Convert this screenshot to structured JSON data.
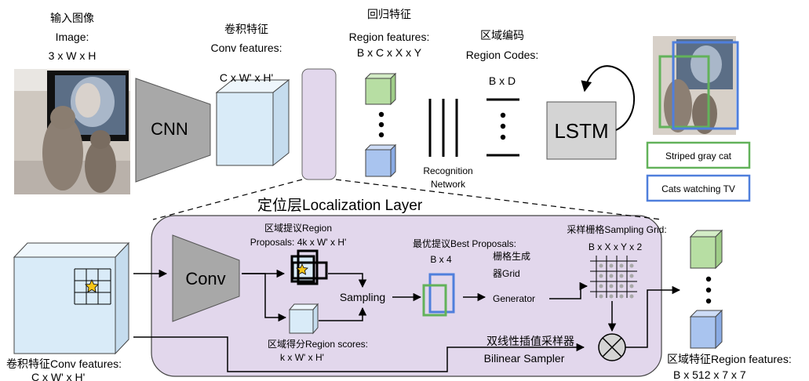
{
  "input": {
    "cn": "输入图像",
    "en": "Image:",
    "dims": "3 x W x H"
  },
  "cnn": {
    "label": "CNN"
  },
  "conv_features": {
    "cn": "卷积特征",
    "en": "Conv features:",
    "dims": "C x W' x H'"
  },
  "region_features_top": {
    "cn": "回归特征",
    "en": "Region features:",
    "dims": "B x C x X x Y"
  },
  "region_codes": {
    "cn": "区域编码",
    "en": "Region Codes:",
    "dims": "B x D"
  },
  "recognition": {
    "line1": "Recognition",
    "line2": "Network"
  },
  "lstm": {
    "label": "LSTM"
  },
  "captions": {
    "green": "Striped gray cat",
    "blue": "Cats watching TV"
  },
  "localization": {
    "title": "定位层Localization Layer"
  },
  "conv_features_bottom": {
    "line1": "卷积特征Conv features:",
    "line2": "C x W' x H'"
  },
  "conv": {
    "label": "Conv"
  },
  "region_proposals": {
    "line1": "区域提议Region",
    "line2": "Proposals: 4k x W' x H'"
  },
  "region_scores": {
    "line1": "区域得分Region scores:",
    "line2": "k x W' x H'"
  },
  "sampling": {
    "label": "Sampling"
  },
  "best_proposals": {
    "line1": "最优提议Best Proposals:",
    "line2": "B x 4"
  },
  "grid_generator": {
    "line1": "栅格生成",
    "line2": "器Grid",
    "line3": "Generator"
  },
  "sampling_grid": {
    "line1": "采样栅格Sampling Grid:",
    "line2": "B x X x Y x 2"
  },
  "bilinear": {
    "line1": "双线性插值采样器",
    "line2": "Bilinear Sampler"
  },
  "region_features_out": {
    "line1": "区域特征Region features:",
    "line2": "B x 512 x 7 x 7"
  },
  "colors": {
    "purple_fill": "#e2d7ec",
    "conv_box": "#d9ebf8",
    "green_cube": "#b7dea3",
    "blue_cube": "#a9c4ef",
    "green_border": "#62b25a",
    "blue_border": "#4f7fdc",
    "trapezoid": "#a8a8a8"
  }
}
